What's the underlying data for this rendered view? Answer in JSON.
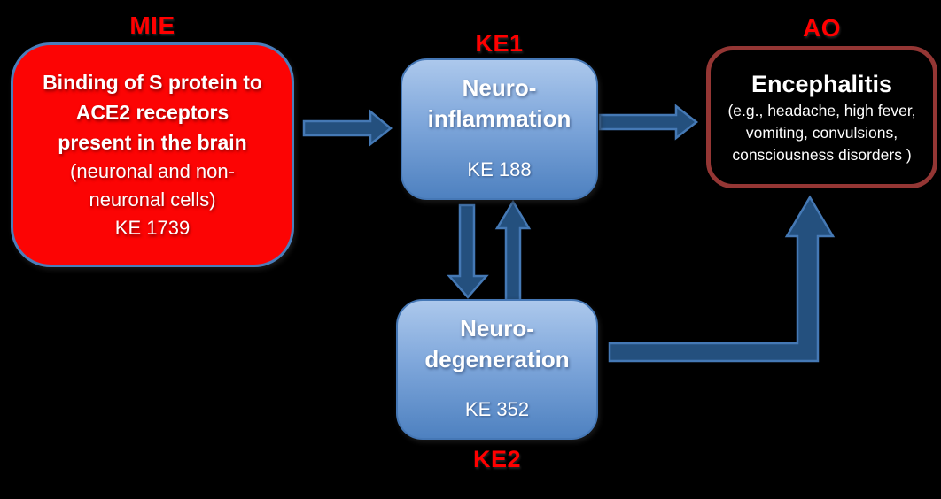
{
  "diagram": {
    "type": "adverse-outcome-pathway-flowchart",
    "background_color": "#000000"
  },
  "colors": {
    "label_red": "#FF0000",
    "mie_fill": "#FC0404",
    "mie_border_blue": "#4A7EBB",
    "ke_gradient_top": "#ACC8EC",
    "ke_gradient_bottom": "#4E81C0",
    "ao_fill": "#000000",
    "ao_border_maroon": "#943634",
    "arrow_fill": "#24507E",
    "arrow_stroke": "#4579B5",
    "text_white": "#FFFFFF"
  },
  "nodes": {
    "mie": {
      "label": "MIE",
      "title_lines": [
        "Binding of S protein to",
        "ACE2 receptors",
        "present in the brain"
      ],
      "subtitle_lines": [
        "(neuronal and non-",
        "neuronal cells)"
      ],
      "ke_id": "KE 1739"
    },
    "ke1": {
      "label": "KE1",
      "title_lines": [
        "Neuro-",
        "inflammation"
      ],
      "ke_id": "KE 188"
    },
    "ke2": {
      "label": "KE2",
      "title_lines": [
        "Neuro-",
        "degeneration"
      ],
      "ke_id": "KE 352"
    },
    "ao": {
      "label": "AO",
      "title": "Encephalitis",
      "detail_lines": [
        "(e.g., headache, high fever,",
        "vomiting, convulsions,",
        "consciousness disorders )"
      ]
    }
  },
  "arrows": [
    {
      "name": "mie-to-ke1",
      "from": "MIE",
      "to": "KE1",
      "direction": "right"
    },
    {
      "name": "ke1-to-ao",
      "from": "KE1",
      "to": "AO",
      "direction": "right"
    },
    {
      "name": "ke1-to-ke2",
      "from": "KE1",
      "to": "KE2",
      "direction": "down"
    },
    {
      "name": "ke2-to-ke1",
      "from": "KE2",
      "to": "KE1",
      "direction": "up"
    },
    {
      "name": "ke2-to-ao",
      "from": "KE2",
      "to": "AO",
      "direction": "right-then-up"
    }
  ]
}
